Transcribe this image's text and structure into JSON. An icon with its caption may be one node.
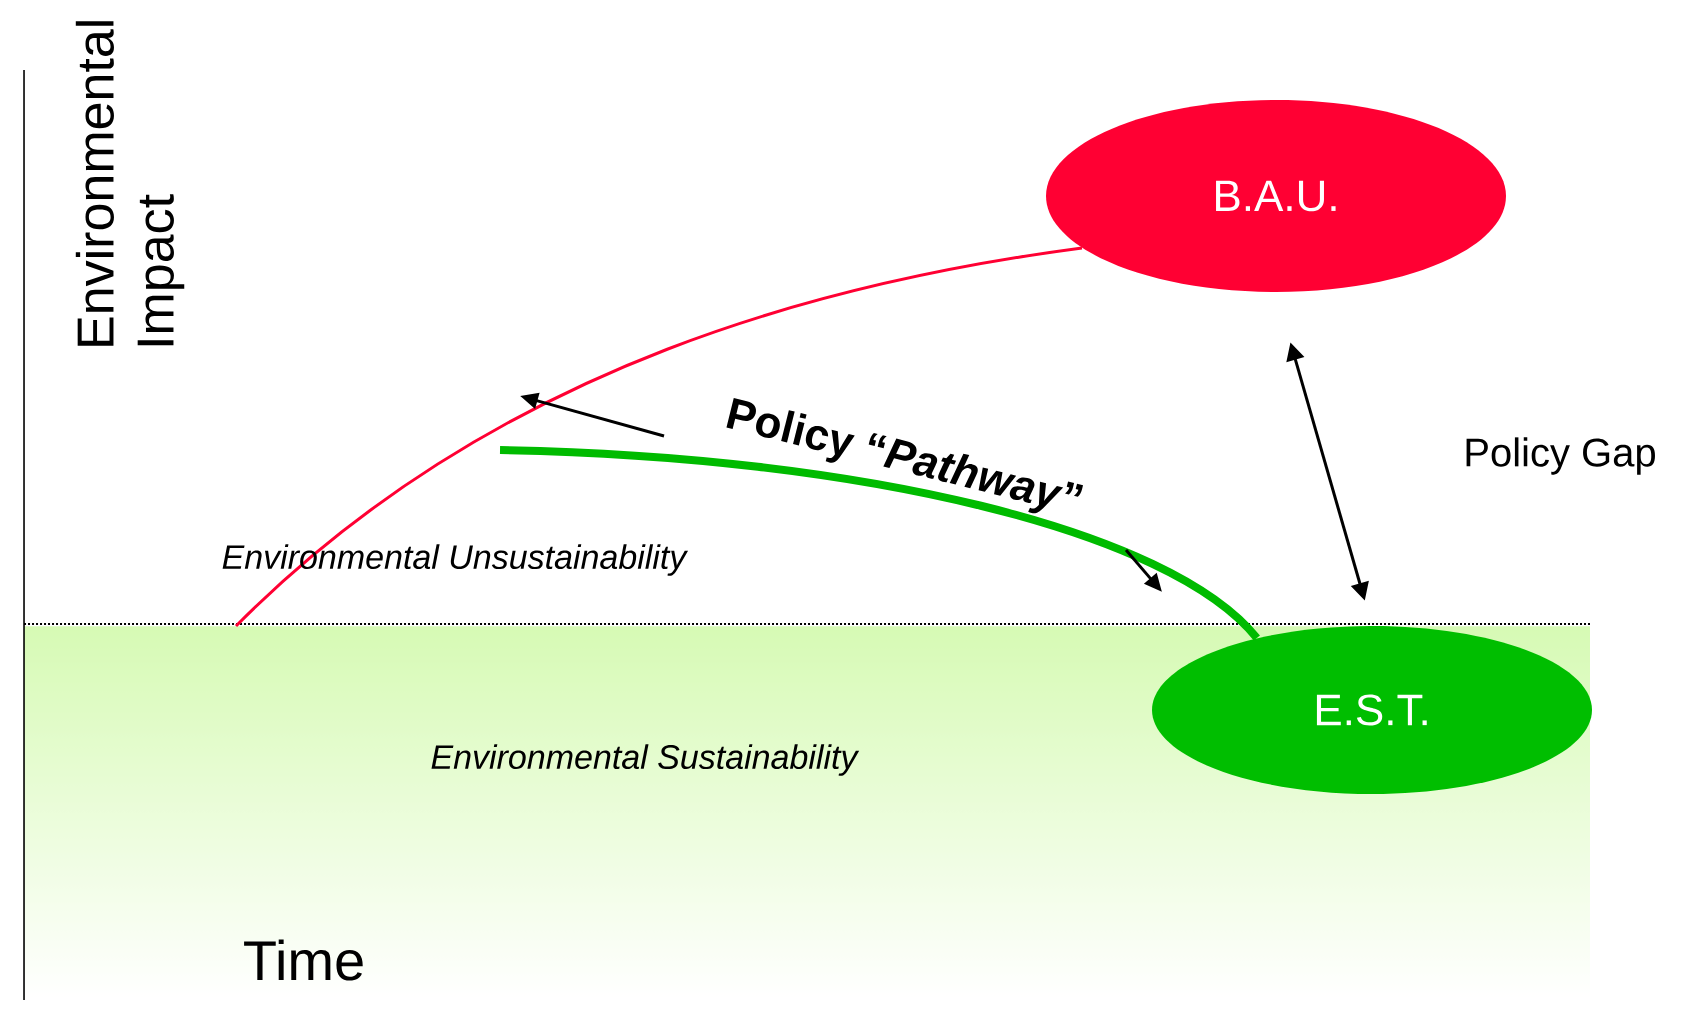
{
  "diagram": {
    "nodes": [
      {
        "text": [
          "B.A.U."
        ]
      },
      {
        "text": [
          "E.S.T."
        ]
      }
    ],
    "edges": [
      {
        "from": 0,
        "to": 1,
        "arrow": "both",
        "label": "Policy Gap"
      },
      {
        "from": null,
        "to": 0,
        "arrow": "none",
        "color": "#ff0033"
      },
      {
        "from": null,
        "to": 1,
        "arrow": "none",
        "style": "thick",
        "color": "#00bb00"
      }
    ],
    "labels": [
      "Environmental Impact",
      "Environmental Unsustainability",
      "Policy “*Pathway*”",
      "Environmental Sustainability",
      "Time"
    ]
  }
}
